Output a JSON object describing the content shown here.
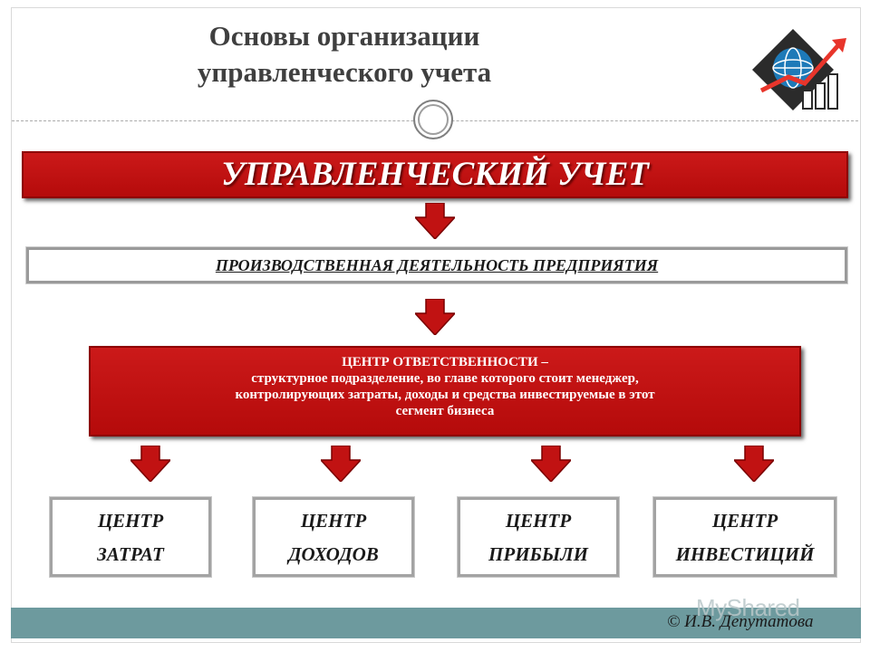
{
  "title": {
    "line1": "Основы организации",
    "line2": "управленческого учета"
  },
  "main_heading": "УПРАВЛЕНЧЕСКИЙ УЧЕТ",
  "production": "ПРОИЗВОДСТВЕННАЯ ДЕЯТЕЛЬНОСТЬ ПРЕДПРИЯТИЯ",
  "responsibility": {
    "heading": "ЦЕНТР ОТВЕТСТВЕННОСТИ –",
    "line1": "структурное подразделение, во главе которого стоит менеджер,",
    "line2": "контролирующих затраты, доходы и средства инвестируемые в этот",
    "line3": "сегмент бизнеса"
  },
  "centers": [
    {
      "line1": "ЦЕНТР",
      "line2": "ЗАТРАТ"
    },
    {
      "line1": "ЦЕНТР",
      "line2": "ДОХОДОВ"
    },
    {
      "line1": "ЦЕНТР",
      "line2": "ПРИБЫЛИ"
    },
    {
      "line1": "ЦЕНТР",
      "line2": "ИНВЕСТИЦИЙ"
    }
  ],
  "watermark": "MyShared",
  "copyright": "© И.В. Депутатова",
  "colors": {
    "red": "#c11212",
    "teal_bar": "#6d9a9e",
    "title_gray": "#3f3f3f"
  },
  "icons": [
    "logo-globe-chart-icon",
    "down-arrow-icon",
    "circle-ornament-icon"
  ]
}
